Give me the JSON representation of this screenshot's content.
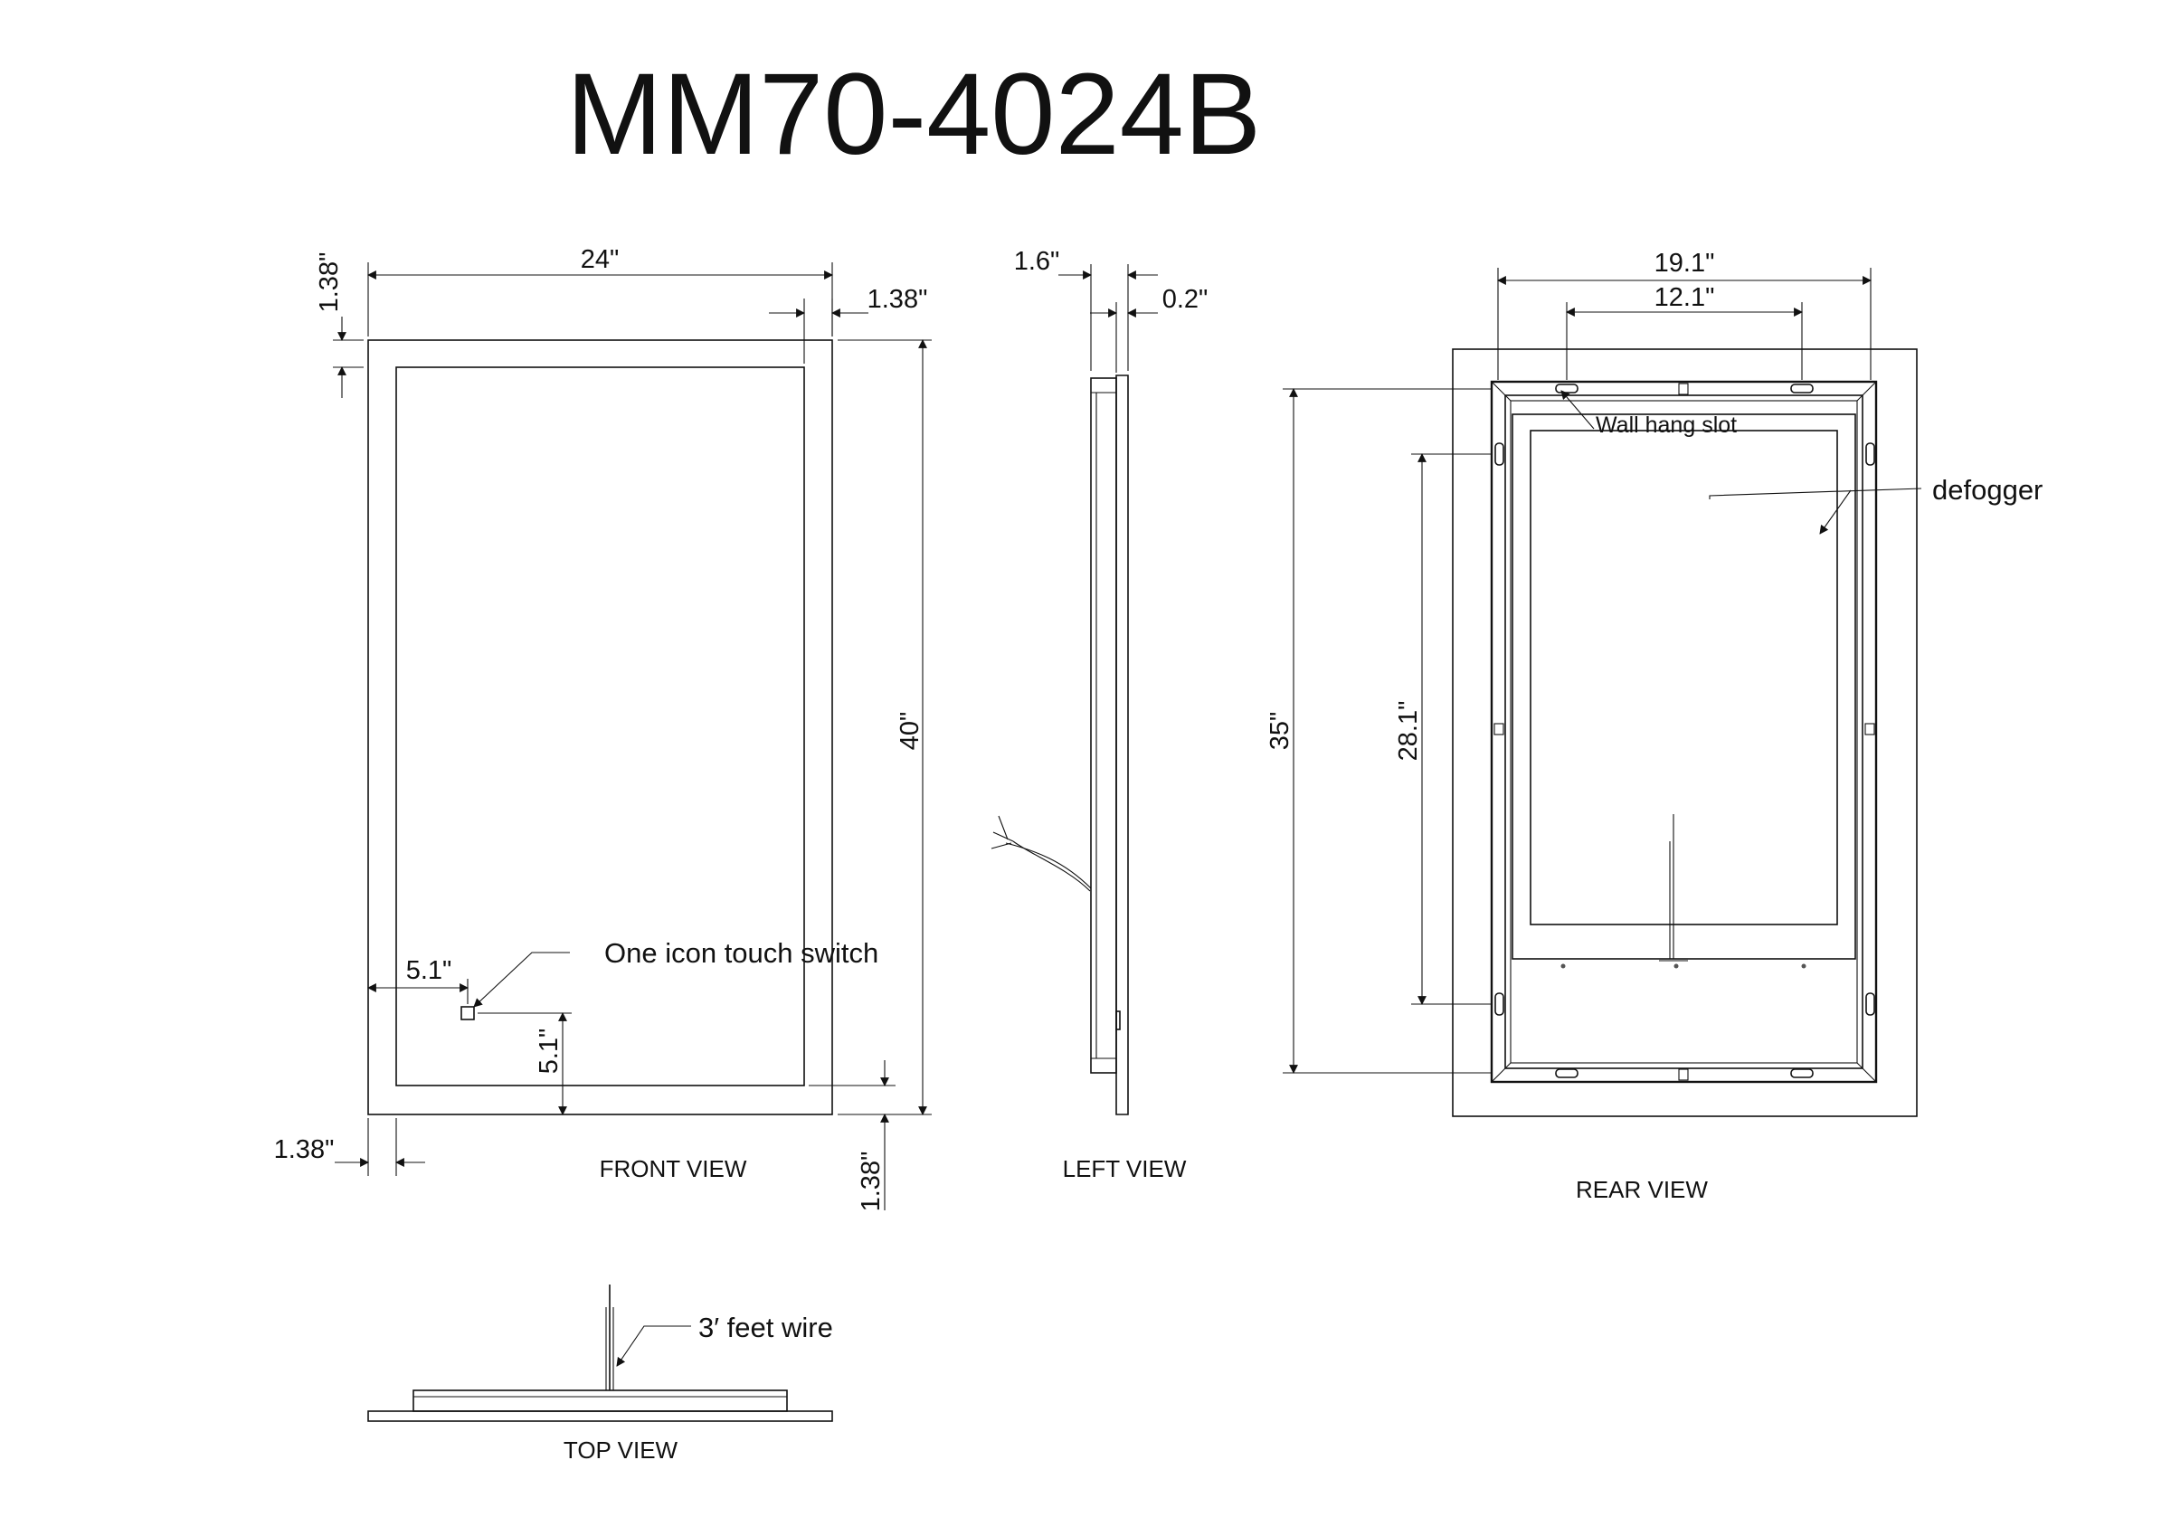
{
  "title": "MM70-4024B",
  "views": {
    "front": "FRONT VIEW",
    "left": "LEFT VIEW",
    "rear": "REAR VIEW",
    "top": "TOP VIEW"
  },
  "dimensions": {
    "front_width": "24\"",
    "front_height": "40\"",
    "border_top": "1.38\"",
    "border_right": "1.38\"",
    "border_left": "1.38\"",
    "border_bottom": "1.38\"",
    "switch_x": "5.1\"",
    "switch_y": "5.1\"",
    "side_depth": "1.6\"",
    "glass_thickness": "0.2\"",
    "slot_outer_span": "19.1\"",
    "slot_inner_span": "12.1\"",
    "slot_vertical_outer": "35\"",
    "slot_vertical_inner": "28.1\""
  },
  "notes": {
    "touch_switch": "One icon touch switch",
    "wall_hang_slot": "Wall hang slot",
    "defogger": "defogger",
    "wire": "3′  feet wire"
  }
}
